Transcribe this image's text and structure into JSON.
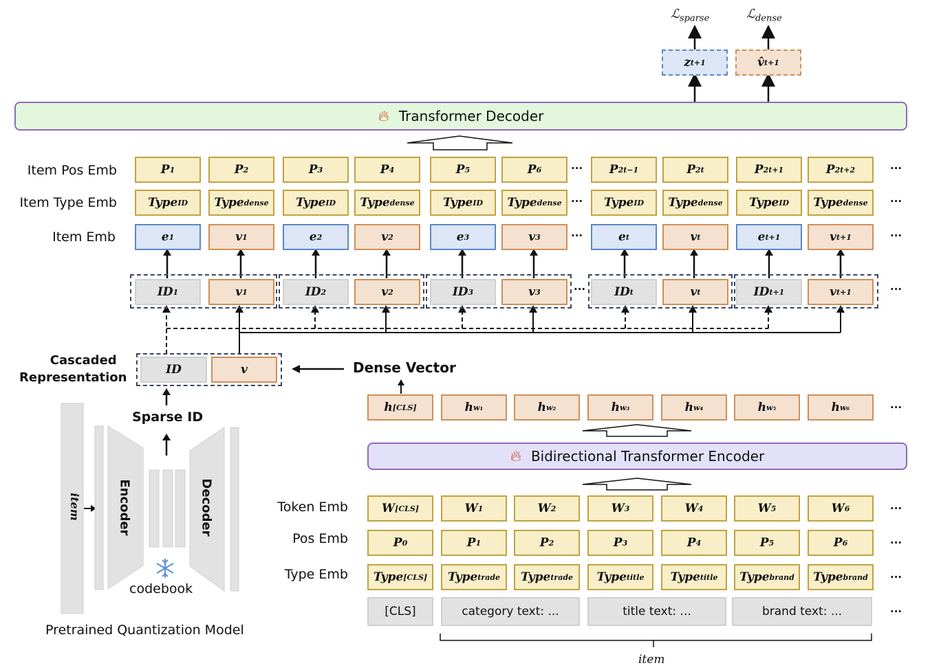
{
  "losses": {
    "sparse": "ℒ",
    "sparse_sub": "sparse",
    "dense": "ℒ",
    "dense_sub": "dense"
  },
  "outputs": {
    "z": "z",
    "z_sub": "t+1",
    "v": "v̂",
    "v_sub": "t+1"
  },
  "decoder": {
    "title": "Transformer Decoder",
    "icon": "fire-icon"
  },
  "encoder": {
    "title": "Bidirectional Transformer Encoder",
    "icon": "fire-icon"
  },
  "row_labels": {
    "item_pos": "Item Pos Emb",
    "item_type": "Item Type Emb",
    "item_emb": "Item Emb",
    "token": "Token Emb",
    "pos": "Pos Emb",
    "type": "Type Emb"
  },
  "item_pos": [
    {
      "b": "P",
      "s": "1"
    },
    {
      "b": "P",
      "s": "2"
    },
    {
      "b": "P",
      "s": "3"
    },
    {
      "b": "P",
      "s": "4"
    },
    {
      "b": "P",
      "s": "5"
    },
    {
      "b": "P",
      "s": "6"
    },
    {
      "b": "P",
      "s": "2t−1"
    },
    {
      "b": "P",
      "s": "2t"
    },
    {
      "b": "P",
      "s": "2t+1"
    },
    {
      "b": "P",
      "s": "2t+2"
    }
  ],
  "item_type": [
    {
      "b": "Type",
      "s": "ID"
    },
    {
      "b": "Type",
      "s": "dense"
    },
    {
      "b": "Type",
      "s": "ID"
    },
    {
      "b": "Type",
      "s": "dense"
    },
    {
      "b": "Type",
      "s": "ID"
    },
    {
      "b": "Type",
      "s": "dense"
    },
    {
      "b": "Type",
      "s": "ID"
    },
    {
      "b": "Type",
      "s": "dense"
    },
    {
      "b": "Type",
      "s": "ID"
    },
    {
      "b": "Type",
      "s": "dense"
    }
  ],
  "item_emb": [
    {
      "b": "e",
      "s": "1",
      "c": "blu"
    },
    {
      "b": "v",
      "s": "1",
      "c": "ora"
    },
    {
      "b": "e",
      "s": "2",
      "c": "blu"
    },
    {
      "b": "v",
      "s": "2",
      "c": "ora"
    },
    {
      "b": "e",
      "s": "3",
      "c": "blu"
    },
    {
      "b": "v",
      "s": "3",
      "c": "ora"
    },
    {
      "b": "e",
      "s": "t",
      "c": "blu"
    },
    {
      "b": "v",
      "s": "t",
      "c": "ora"
    },
    {
      "b": "e",
      "s": "t+1",
      "c": "blu"
    },
    {
      "b": "v",
      "s": "t+1",
      "c": "ora"
    }
  ],
  "cascaded_items": [
    {
      "b": "ID",
      "s": "1",
      "c": "gry"
    },
    {
      "b": "v",
      "s": "1",
      "c": "ora"
    },
    {
      "b": "ID",
      "s": "2",
      "c": "gry"
    },
    {
      "b": "v",
      "s": "2",
      "c": "ora"
    },
    {
      "b": "ID",
      "s": "3",
      "c": "gry"
    },
    {
      "b": "v",
      "s": "3",
      "c": "ora"
    },
    {
      "b": "ID",
      "s": "t",
      "c": "gry"
    },
    {
      "b": "v",
      "s": "t",
      "c": "ora"
    },
    {
      "b": "ID",
      "s": "t+1",
      "c": "gry"
    },
    {
      "b": "v",
      "s": "t+1",
      "c": "ora"
    }
  ],
  "cascaded": {
    "label_line1": "Cascaded",
    "label_line2": "Representation",
    "id": "ID",
    "v": "v"
  },
  "dense_vector": "Dense Vector",
  "sparse_id": "Sparse ID",
  "quant": {
    "item": "item",
    "encoder": "Encoder",
    "decoder": "Decoder",
    "codebook": "codebook",
    "title": "Pretrained Quantization Model",
    "icon": "snowflake-icon"
  },
  "hidden": [
    {
      "b": "h",
      "s": "[CLS]"
    },
    {
      "b": "h",
      "s": "w₁"
    },
    {
      "b": "h",
      "s": "w₂"
    },
    {
      "b": "h",
      "s": "w₃"
    },
    {
      "b": "h",
      "s": "w₄"
    },
    {
      "b": "h",
      "s": "w₅"
    },
    {
      "b": "h",
      "s": "w₆"
    }
  ],
  "token": [
    {
      "b": "W",
      "s": "[CLS]"
    },
    {
      "b": "W",
      "s": "1"
    },
    {
      "b": "W",
      "s": "2"
    },
    {
      "b": "W",
      "s": "3"
    },
    {
      "b": "W",
      "s": "4"
    },
    {
      "b": "W",
      "s": "5"
    },
    {
      "b": "W",
      "s": "6"
    }
  ],
  "pos": [
    {
      "b": "P",
      "s": "0"
    },
    {
      "b": "P",
      "s": "1"
    },
    {
      "b": "P",
      "s": "2"
    },
    {
      "b": "P",
      "s": "3"
    },
    {
      "b": "P",
      "s": "4"
    },
    {
      "b": "P",
      "s": "5"
    },
    {
      "b": "P",
      "s": "6"
    }
  ],
  "type": [
    {
      "b": "Type",
      "s": "[CLS]"
    },
    {
      "b": "Type",
      "s": "trade"
    },
    {
      "b": "Type",
      "s": "trade"
    },
    {
      "b": "Type",
      "s": "title"
    },
    {
      "b": "Type",
      "s": "title"
    },
    {
      "b": "Type",
      "s": "brand"
    },
    {
      "b": "Type",
      "s": "brand"
    }
  ],
  "text_inputs": [
    "[CLS]",
    "category text: ...",
    "title text: ...",
    "brand text: ..."
  ],
  "brace_label": "item",
  "ellipsis": "···"
}
